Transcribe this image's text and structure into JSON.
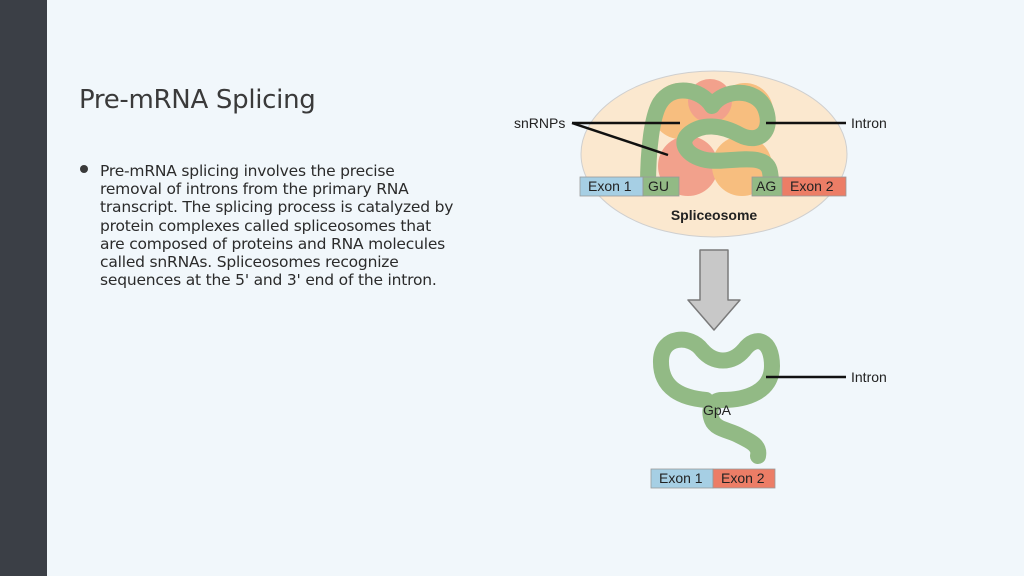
{
  "slide": {
    "title": "Pre-mRNA Splicing",
    "bullets": [
      "Pre-mRNA splicing involves the precise removal of introns from the primary RNA transcript. The splicing process is catalyzed by protein complexes called spliceosomes that are composed of proteins and RNA molecules called snRNAs. Spliceosomes recognize sequences at the 5' and 3' end of the intron."
    ]
  },
  "diagram": {
    "snrnps_label": "snRNPs",
    "intron_label_top": "Intron",
    "intron_label_bottom": "Intron",
    "exon1_top": "Exon 1",
    "gu_label": "GU",
    "ag_label": "AG",
    "exon2_top": "Exon 2",
    "spliceosome_label": "Spliceosome",
    "gpa_label": "GpA",
    "exon1_bottom": "Exon 1",
    "exon2_bottom": "Exon 2",
    "colors": {
      "exon1": "#a6cfe4",
      "exon2": "#ec7d66",
      "intron_strand": "#92ba85",
      "spliceosome_body": "#fbe8cf",
      "snrnp_orange": "#f7be7f",
      "snrnp_pink": "#f2a18c",
      "arrow": "#c8c8c8"
    }
  }
}
